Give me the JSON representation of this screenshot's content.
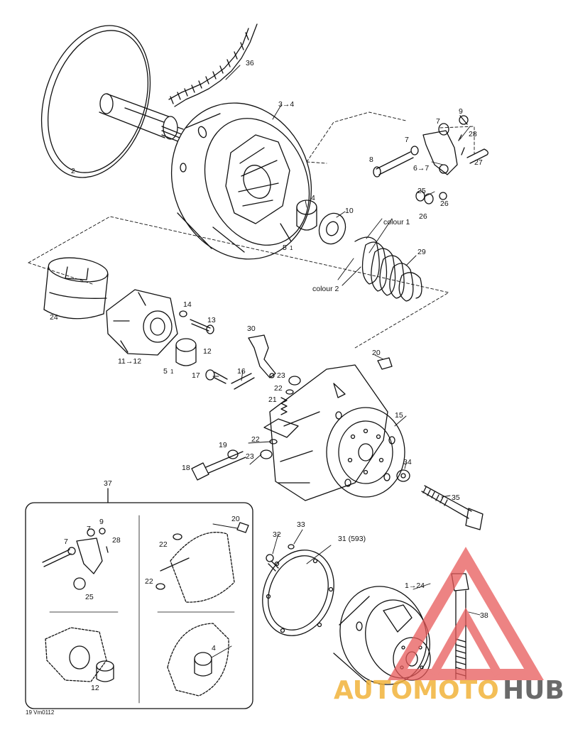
{
  "diagram": {
    "labels": {
      "l36": "36",
      "l2": "2",
      "l3_4": "3→4",
      "l9a": "9",
      "l7a": "7",
      "l28a": "28",
      "l7b": "7",
      "l8": "8",
      "l6_7": "6→7",
      "l27": "27",
      "l25a": "25",
      "l26a": "26",
      "l26b": "26",
      "l4a": "4",
      "l10": "10",
      "l5a": "5",
      "l1a": "1",
      "colour1": "colour 1",
      "l29": "29",
      "colour2": "colour 2",
      "l24": "24",
      "l14": "14",
      "l13": "13",
      "l12a": "12",
      "l11_12": "11→12",
      "l5b": "5",
      "l1b": "1",
      "l30": "30",
      "l17": "17",
      "l16": "16",
      "l20a": "20",
      "l23a": "23",
      "l22a": "22",
      "l21": "21",
      "l15": "15",
      "l19": "19",
      "l22b": "22",
      "l23b": "23",
      "l18": "18",
      "l34": "34",
      "l35": "35",
      "l37": "37",
      "l9b": "9",
      "l7c": "7",
      "l7d": "7",
      "l28b": "28",
      "l25b": "25",
      "l20b": "20",
      "l22c": "22",
      "l22d": "22",
      "l4b": "4",
      "l12b": "12",
      "l32": "32",
      "l33": "33",
      "l31": "31 (593)",
      "l1_24": "1→24",
      "l38": "38",
      "ref": "19 Vm0112"
    },
    "watermark": {
      "part1": "AUTOMOTO",
      "part2": "HUB",
      "color_accent": "#f2b33a",
      "color_dark": "#5a5a5a",
      "color_triangle": "#e85a5a"
    }
  }
}
